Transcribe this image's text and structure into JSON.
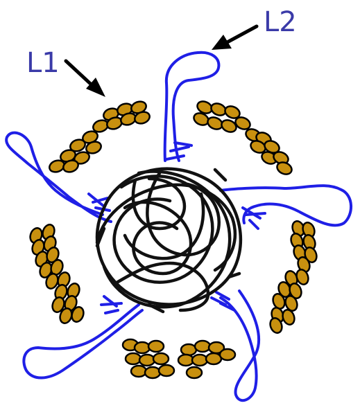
{
  "labels": {
    "l1": "L1",
    "l2": "L2"
  },
  "colors": {
    "background": "#ffffff",
    "bead_fill": "#c8900f",
    "bead_stroke": "#000000",
    "loop": "#1f1fe6",
    "core": "#111111",
    "label": "#3a3aa8",
    "arrow": "#000000"
  },
  "counts": {
    "bead_clusters": 5,
    "loops": 5
  }
}
